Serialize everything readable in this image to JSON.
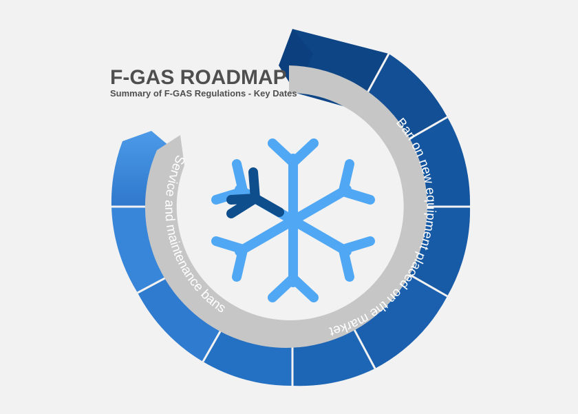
{
  "roadmap": {
    "title": "F-GAS ROADMAP",
    "subtitle": "Summary of F-GAS Regulations - Key Dates",
    "inner_labels": {
      "right": "Ban on new equipment placed on the market",
      "left": "Service and maintenance bans"
    }
  },
  "colors": {
    "background": "#f2f2f2",
    "ring_dark": "#0f4e94",
    "ring_mid": "#1d64b4",
    "ring_light": "#3e8ee0",
    "inner_ring": "#c6c6c6",
    "snowflake_light": "#50a8f4",
    "snowflake_dark": "#0f4e8c",
    "title": "#4f4f4f"
  },
  "icons": {
    "center": "snowflake-icon"
  }
}
